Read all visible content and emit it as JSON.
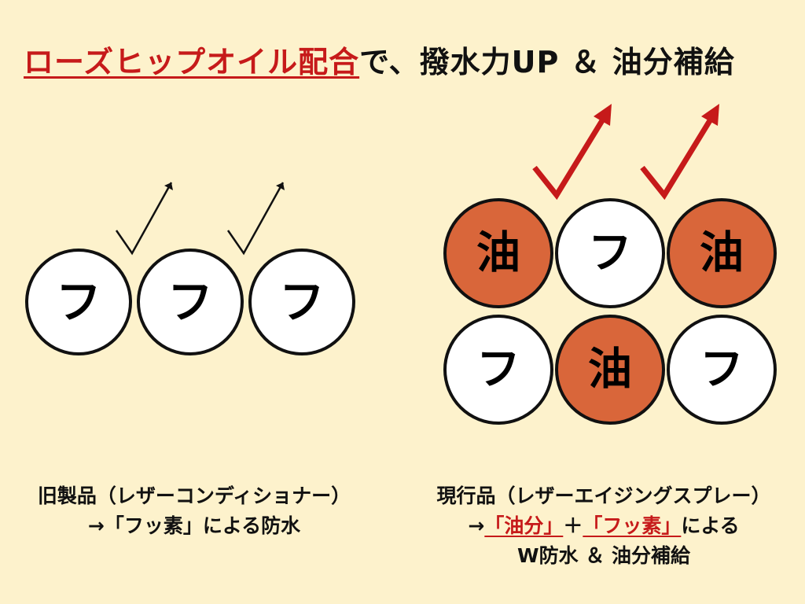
{
  "title": {
    "highlight": "ローズヒップオイル配合",
    "rest": "で、撥水力UP ＆ 油分補給"
  },
  "old": {
    "circles": [
      "フ",
      "フ",
      "フ"
    ],
    "caption_line1": "旧製品（レザーコンディショナー）",
    "caption_line2": "→「フッ素」による防水"
  },
  "current": {
    "top_row": [
      "油",
      "フ",
      "油"
    ],
    "bottom_row": [
      "フ",
      "油",
      "フ"
    ],
    "caption_line1": "現行品（レザーエイジングスプレー）",
    "caption_line2_prefix": "→",
    "caption_line2_red1": "「油分」",
    "caption_line2_plus": "＋",
    "caption_line2_red2": "「フッ素」",
    "caption_line2_suffix": "による",
    "caption_line3": "W防水 ＆ 油分補給"
  },
  "colors": {
    "background": "#fdf2cc",
    "accent_red": "#c61a1a",
    "oil_orange": "#d9663a",
    "fluorine_white": "#ffffff"
  }
}
